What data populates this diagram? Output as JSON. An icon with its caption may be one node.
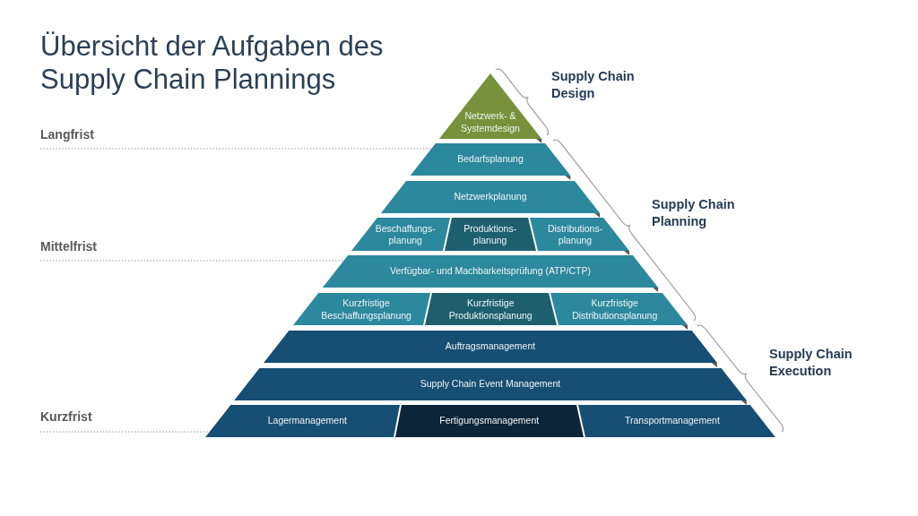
{
  "diagram": {
    "title": "Übersicht der Aufgaben des Supply Chain Plannings",
    "nodes": [
      {
        "text": [
          "Netzwerk- & Systemdesign"
        ]
      },
      {
        "text": [
          "Bedarfsplanung"
        ]
      },
      {
        "text": [
          "Netzwerkplanung"
        ]
      },
      {
        "text": [
          "Beschaffungs- planung"
        ]
      },
      {
        "text": [
          "Produktions- planung"
        ]
      },
      {
        "text": [
          "Distributions- planung"
        ]
      },
      {
        "text": [
          "Verfügbar- und Machbarkeitsprüfung (ATP/CTP)"
        ]
      },
      {
        "text": [
          "Kurzfristige Beschaffungsplanung"
        ]
      },
      {
        "text": [
          "Kurzfristige Produktionsplanung"
        ]
      },
      {
        "text": [
          "Kurzfristige Distributionsplanung"
        ]
      },
      {
        "text": [
          "Auftragsmanagement"
        ]
      },
      {
        "text": [
          "Supply Chain Event Management"
        ]
      },
      {
        "text": [
          "Lagermanagement"
        ]
      },
      {
        "text": [
          "Fertigungsmanagement"
        ]
      },
      {
        "text": [
          "Transportmanagement"
        ]
      },
      {
        "text": [
          "Langfrist"
        ]
      },
      {
        "text": [
          "Mittelfrist"
        ]
      },
      {
        "text": [
          "Kurzfrist"
        ]
      }
    ],
    "edges": [
      {
        "from": 15,
        "to": 1,
        "arrow": "none",
        "style": "dashed"
      },
      {
        "from": 16,
        "to": 6,
        "arrow": "none",
        "style": "dashed"
      },
      {
        "from": 17,
        "to": 12,
        "arrow": "none",
        "style": "dashed"
      }
    ],
    "labels": [
      "Supply Chain Design",
      "Supply Chain Planning",
      "Supply Chain Execution"
    ]
  }
}
